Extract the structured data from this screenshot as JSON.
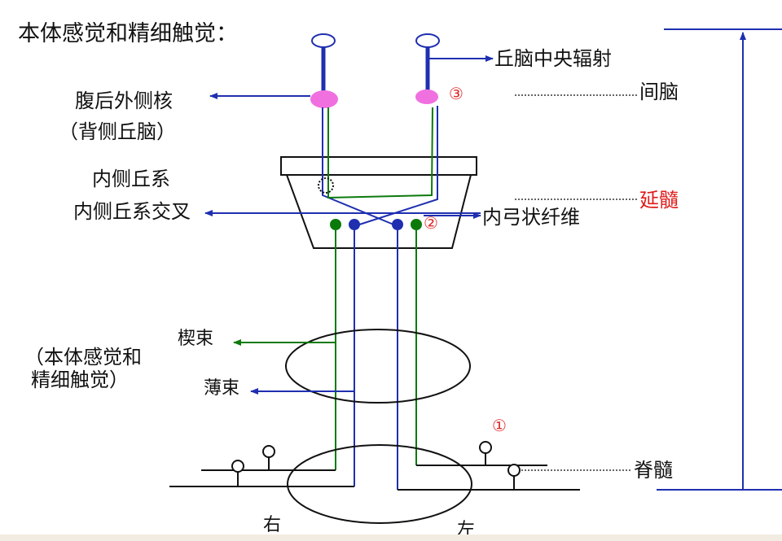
{
  "title": "本体感觉和精细触觉：",
  "labels": {
    "thalamocortical": "丘脑中央辐射",
    "vpl_nucleus": "腹后外侧核",
    "vpl_paren": "（背侧丘脑）",
    "diencephalon": "间脑",
    "medial_lemniscus": "内侧丘系",
    "lemniscus_decussation": "内侧丘系交叉",
    "medulla": "延髓",
    "internal_arcuate": "内弓状纤维",
    "cuneate": "楔束",
    "gracile": "薄束",
    "tracts_group_1": "（本体感觉和",
    "tracts_group_2": "精细触觉）",
    "spinal_cord": "脊髓",
    "right": "右",
    "left": "左"
  },
  "markers": {
    "one": "①",
    "two": "②",
    "three": "③"
  },
  "colors": {
    "blue": "#1f2fb0",
    "green": "#0b7a0b",
    "pink": "#f070e0",
    "red_text": "#e01a1a",
    "black": "#111111"
  }
}
